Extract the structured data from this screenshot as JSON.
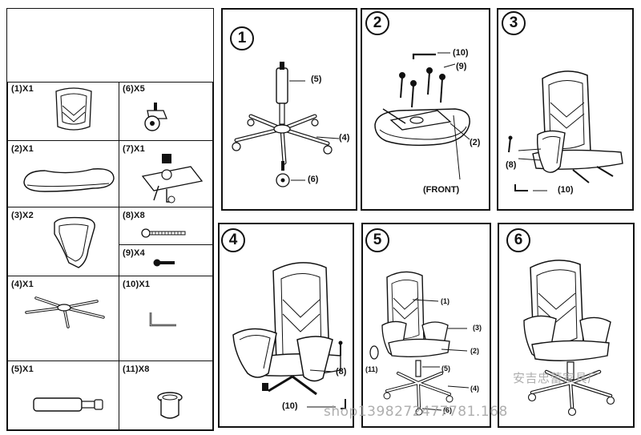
{
  "parts": [
    {
      "label": "(1)X1",
      "name": "backrest"
    },
    {
      "label": "(6)X5",
      "name": "caster"
    },
    {
      "label": "(2)X1",
      "name": "seat"
    },
    {
      "label": "(7)X1",
      "name": "mechanism"
    },
    {
      "label": "(3)X2",
      "name": "armrest"
    },
    {
      "label": "(8)X8",
      "name": "long-bolt"
    },
    {
      "label": "(9)X4",
      "name": "short-bolt"
    },
    {
      "label": "(4)X1",
      "name": "base"
    },
    {
      "label": "(10)X1",
      "name": "allen-key"
    },
    {
      "label": "(5)X1",
      "name": "gas-lift"
    },
    {
      "label": "(11)X8",
      "name": "cap"
    }
  ],
  "steps": {
    "s1": {
      "num": "1",
      "c5": "(5)",
      "c4": "(4)",
      "c6": "(6)"
    },
    "s2": {
      "num": "2",
      "c10": "(10)",
      "c9": "(9)",
      "c2": "(2)",
      "front": "(FRONT)"
    },
    "s3": {
      "num": "3",
      "c8": "(8)",
      "c10": "(10)"
    },
    "s4": {
      "num": "4",
      "c8": "(8)",
      "c10": "(10)"
    },
    "s5": {
      "num": "5",
      "c1": "(1)",
      "c3": "(3)",
      "c2": "(2)",
      "c11": "(11)",
      "c5": "(5)",
      "c4": "(4)",
      "c6": "(6)"
    },
    "s6": {
      "num": "6"
    }
  },
  "watermark": {
    "line1": "安吉忠蕾家具厂",
    "line2": "shop1398272477781.168"
  }
}
